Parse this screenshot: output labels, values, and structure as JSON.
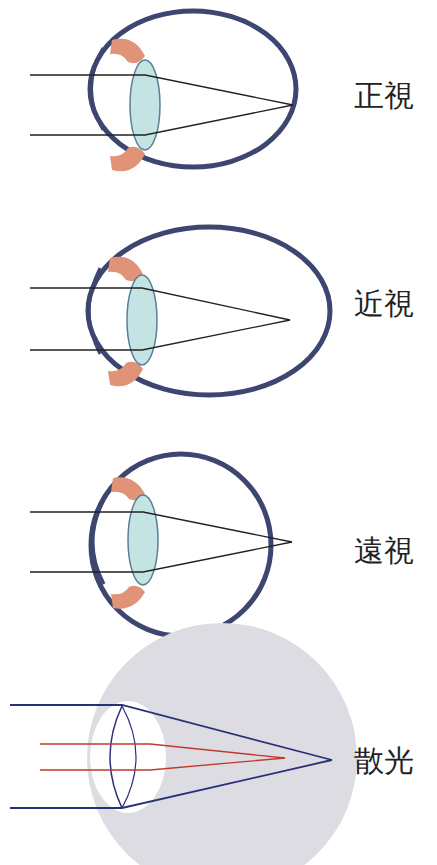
{
  "diagram": {
    "labels": [
      "正視",
      "近視",
      "遠視",
      "散光"
    ]
  }
}
